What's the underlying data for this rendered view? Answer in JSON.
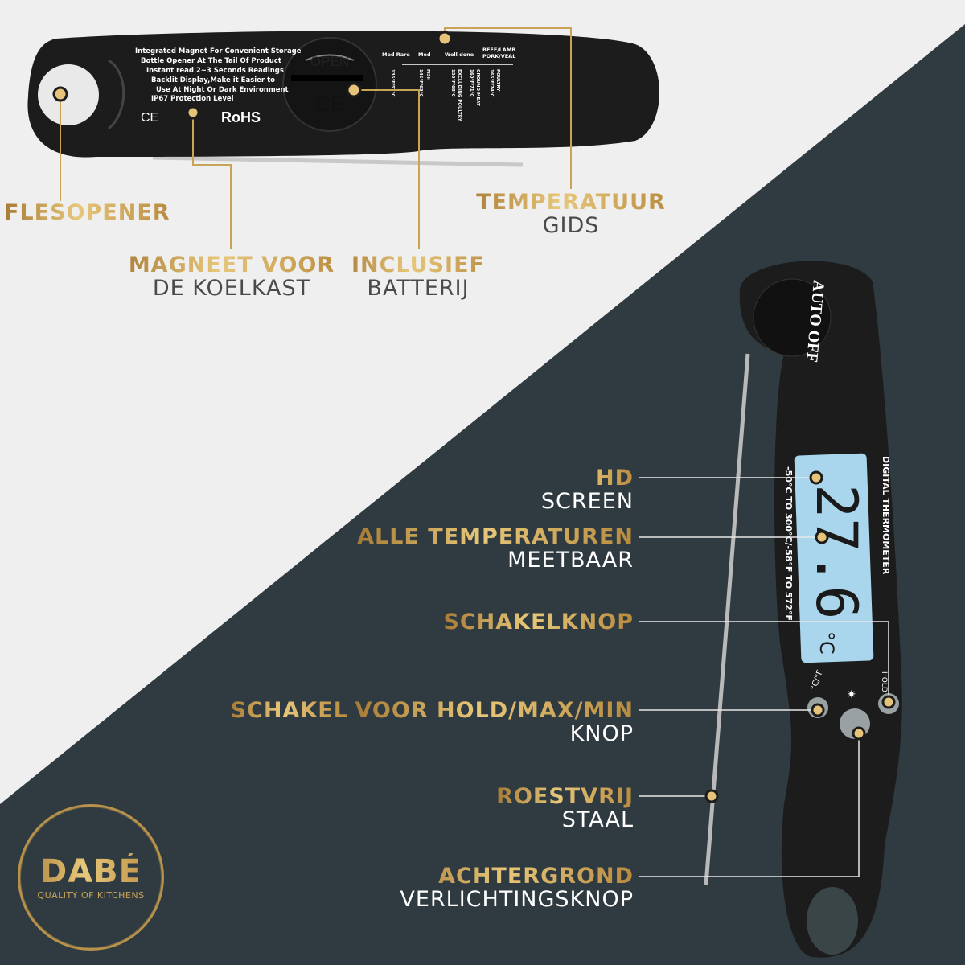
{
  "colors": {
    "background_light": "#efefef",
    "background_dark": "#2f3b40",
    "accent_gold": "#c9a356",
    "device_body": "#1c1c1c",
    "lcd": "#a9d6ec"
  },
  "top_device": {
    "features": [
      "Integrated Magnet For Convenient Storage",
      "Bottle Opener At The Tail Of Product",
      "Instant read 2~3 Seconds Readings",
      "Backlit Display,Make it Easier to",
      "Use At Night Or Dark Environment",
      "IP67 Protection Level"
    ],
    "ce_mark": "CE",
    "rohs_mark": "RoHS",
    "battery_cover": "OPEN",
    "guide_headers": [
      "Med Rare",
      "Med",
      "Well done",
      "BEEF/LAMB",
      "PORK/VEAL"
    ],
    "guide_items": [
      "135°F/57°C",
      "145°F/63°C",
      "FISH",
      "155°F/68°C",
      "EXCLUDING POULTRY",
      "160°F/71°C",
      "GROUND MEAT",
      "165°F/74°C",
      "POULTRY"
    ]
  },
  "top_labels": {
    "bottle_opener": {
      "line1": "FLESOPENER"
    },
    "magnet": {
      "line1": "MAGNEET VOOR",
      "line2": "DE KOELKAST"
    },
    "battery": {
      "line1": "INCLUSIEF",
      "line2": "BATTERIJ"
    },
    "guide": {
      "line1": "TEMPERATUUR",
      "line2": "GIDS"
    }
  },
  "bottom_device": {
    "auto_off": "AUTO OFF",
    "title": "DIGITAL THERMOMETER",
    "range": "-50°C TO 300°C/-58°F TO 572°F",
    "reading": "27.6",
    "unit": "°C",
    "hold_button": "HOLD",
    "unit_button": "°C/°F",
    "light_icon": "light-icon"
  },
  "bottom_labels": {
    "screen": {
      "line1": "HD",
      "line2": "SCREEN"
    },
    "range": {
      "line1": "ALLE TEMPERATUREN",
      "line2": "MEETBAAR"
    },
    "switch": {
      "line1": "SCHAKELKNOP"
    },
    "hold": {
      "line1a": "SCHAKEL",
      "line1b": "VOOR HOLD/MAX/MIN",
      "line2": "KNOP"
    },
    "steel": {
      "line1": "ROESTVRIJ",
      "line2": "STAAL"
    },
    "backlight": {
      "line1": "ACHTERGROND",
      "line2": "VERLICHTINGSKNOP"
    }
  },
  "logo": {
    "brand": "DABÉ",
    "tagline": "QUALITY OF KITCHENS"
  }
}
